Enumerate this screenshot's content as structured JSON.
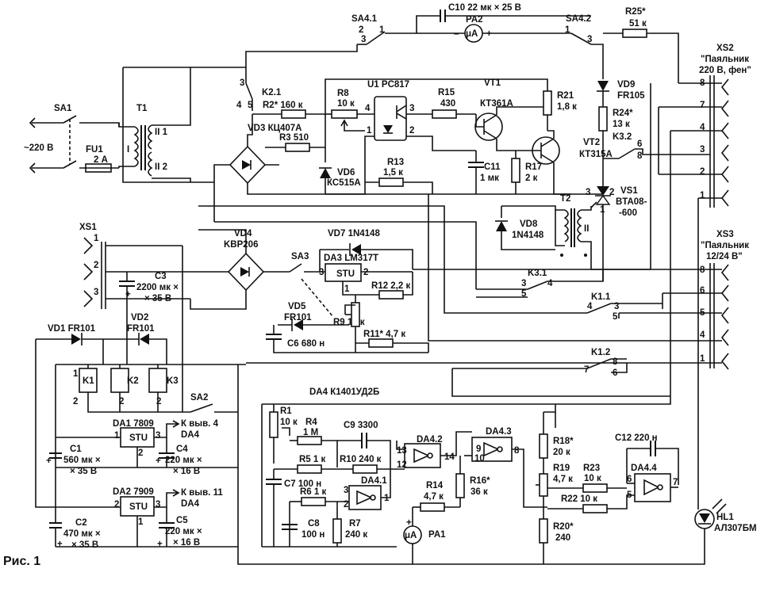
{
  "figure_label": "Рис. 1",
  "mains_voltage": "~220 В",
  "switches": {
    "sa1": "SA1",
    "sa2": "SA2",
    "sa3": "SA3",
    "sa4_1": "SA4.1",
    "sa4_2": "SA4.2"
  },
  "fuse": {
    "ref": "FU1",
    "value": "2 А"
  },
  "transformers": {
    "t1": "T1",
    "t1_w1": "I",
    "t1_w2": "II 1",
    "t1_w3": "II 2",
    "t2": "T2",
    "t2_w2": "II"
  },
  "meters": {
    "pa1": "PA1",
    "pa2": "PA2",
    "unit": "μA"
  },
  "connectors": {
    "xs1": "XS1",
    "xs2": "XS2",
    "xs2_title_l1": "\"Паяльник",
    "xs2_title_l2": "220 В, фен\"",
    "xs3": "XS3",
    "xs3_title_l1": "\"Паяльник",
    "xs3_title_l2": "12/24 В\""
  },
  "relays": {
    "k1": "K1",
    "k2": "K2",
    "k3": "K3",
    "k2_1": "K2.1",
    "k3_1": "K3.1",
    "k3_2": "K3.2",
    "k1_1": "K1.1",
    "k1_2": "K1.2"
  },
  "semis": {
    "vd1": "VD1 FR101",
    "vd2": "VD2",
    "vd2_type": "FR101",
    "vd3": "VD3 КЦ407А",
    "vd4": "VD4",
    "vd4_type": "KBP206",
    "vd5": "VD5",
    "vd5_type": "FR101",
    "vd6": "VD6",
    "vd6_type": "КС515А",
    "vd7": "VD7 1N4148",
    "vd8": "VD8",
    "vd8_type": "1N4148",
    "vd9": "VD9",
    "vd9_type": "FR105",
    "vt1": "VT1",
    "vt1_type": "КТ361А",
    "vt2": "VT2",
    "vt2_type": "КТ315А",
    "vs1": "VS1",
    "vs1_type_l1": "BTA08-",
    "vs1_type_l2": "-600",
    "u1": "U1 PC817",
    "hl1": "HL1",
    "hl1_type": "АЛ307БМ"
  },
  "ics": {
    "da1": "DA1 7809",
    "da2": "DA2 7909",
    "da3": "DA3 LM317T",
    "stu": "STU",
    "da4": "DA4 К1401УД2Б",
    "da4_1": "DA4.1",
    "da4_2": "DA4.2",
    "da4_3": "DA4.3",
    "da4_4": "DA4.4",
    "to_da4_pin4": "К выв. 4",
    "to_da4_pin11": "К выв. 11",
    "da4_label": "DA4"
  },
  "resistors": {
    "r1": "R1",
    "r1_v": "10 к",
    "r2": "R2* 160 к",
    "r3": "R3 510",
    "r4": "R4",
    "r4_v": "1 М",
    "r5": "R5 1 к",
    "r6": "R6 1 к",
    "r7": "R7",
    "r7_v": "240 к",
    "r8": "R8",
    "r8_v": "10 к",
    "r9": "R9 10 к",
    "r10": "R10 240 к",
    "r11": "R11* 4,7 к",
    "r12": "R12 2,2 к",
    "r13": "R13",
    "r13_v": "1,5 к",
    "r14": "R14",
    "r14_v": "4,7 к",
    "r15": "R15",
    "r15_v": "430",
    "r16": "R16*",
    "r16_v": "36 к",
    "r17": "R17",
    "r17_v": "2 к",
    "r18": "R18*",
    "r18_v": "20 к",
    "r19": "R19",
    "r19_v": "4,7 к",
    "r20": "R20*",
    "r20_v": "240",
    "r21": "R21",
    "r21_v": "1,8 к",
    "r22": "R22 10 к",
    "r23": "R23",
    "r23_v": "10 к",
    "r24": "R24*",
    "r24_v": "13 к",
    "r25": "R25*",
    "r25_v": "51 к"
  },
  "capacitors": {
    "c1": "C1",
    "c1_v1": "560 мк ×",
    "c1_v2": "× 35 В",
    "c2": "C2",
    "c2_v1": "470 мк ×",
    "c2_v2": "× 35 В",
    "c3": "C3",
    "c3_v1": "2200 мк ×",
    "c3_v2": "× 35 В",
    "c4": "C4",
    "c4_v1": "220 мк ×",
    "c4_v2": "× 16 В",
    "c5": "C5",
    "c5_v1": "220 мк ×",
    "c5_v2": "× 16 В",
    "c6": "C6 680 н",
    "c7": "C7 100 н",
    "c8": "C8",
    "c8_v": "100 н",
    "c9": "C9 3300",
    "c10": "C10 22 мк × 25 В",
    "c11": "C11",
    "c11_v": "1 мк",
    "c12": "C12 220 н"
  },
  "pins": {
    "p1": "1",
    "p2": "2",
    "p3": "3",
    "p4": "4",
    "p5": "5",
    "p6": "6",
    "p7": "7",
    "p8": "8",
    "p9": "9",
    "p10": "10",
    "p12": "12",
    "p13": "13",
    "p14": "14"
  }
}
